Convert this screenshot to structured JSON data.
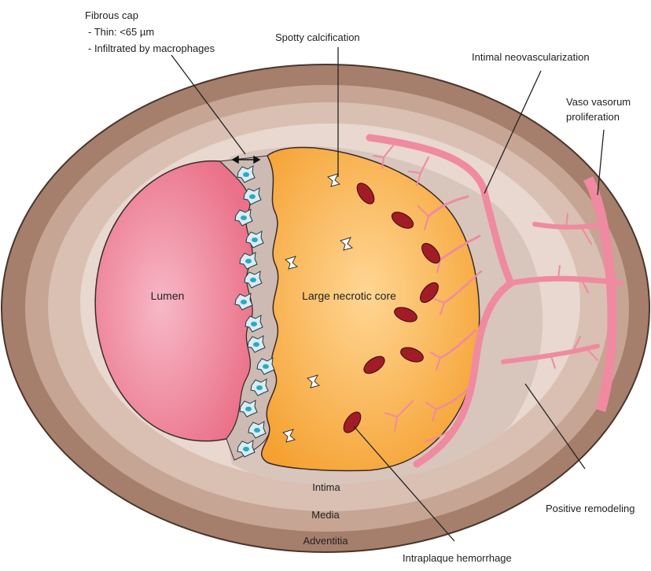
{
  "labels": {
    "fibrous_cap_title": "Fibrous cap",
    "fibrous_cap_thin": "- Thin: <65 µm",
    "fibrous_cap_infiltrated": "- Infiltrated by macrophages",
    "spotty_calcification": "Spotty calcification",
    "intimal_neovascularization": "Intimal neovascularization",
    "vaso_vasorum_line1": "Vaso vasorum",
    "vaso_vasorum_line2": "proliferation",
    "lumen": "Lumen",
    "necrotic_core": "Large necrotic core",
    "intima": "Intima",
    "media": "Media",
    "adventitia": "Adventitia",
    "positive_remodeling": "Positive remodeling",
    "intraplaque_hemorrhage": "Intraplaque hemorrhage"
  },
  "colors": {
    "adventitia": "#a57f6c",
    "media": "#c6a595",
    "intima": "#d9c0b3",
    "inner": "#e9d9d1",
    "lumen": "#ec7f95",
    "lumen_highlight": "#f6b3c2",
    "necrotic_core": "#f7aa41",
    "necrotic_core_highlight": "#ffd58a",
    "hemorrhage": "#a11c26",
    "vessel": "#f08aa0",
    "macrophage": "#2aa8c4",
    "calcification": "#ffffff"
  }
}
